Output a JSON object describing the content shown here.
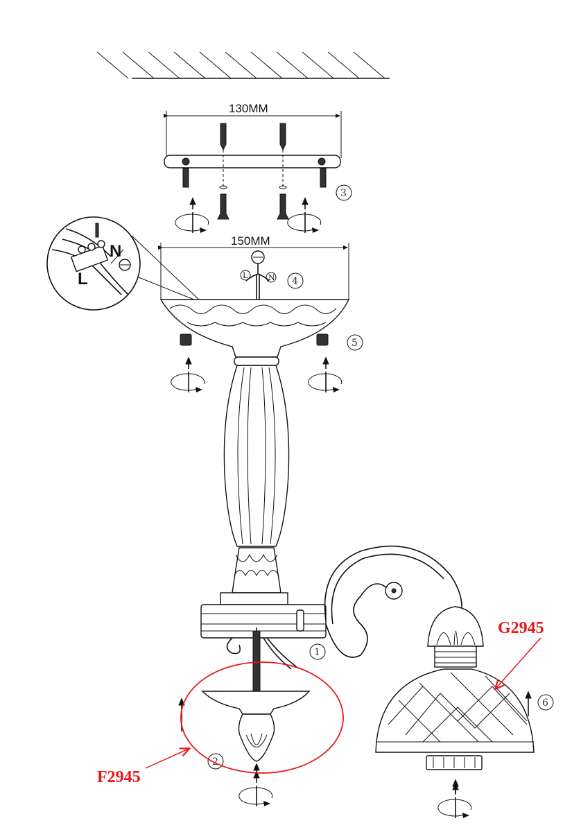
{
  "dimensions": {
    "plate_width": "130MM",
    "canopy_width": "150MM"
  },
  "steps": {
    "arm": "1",
    "bottom_cup": "2",
    "mounting_plate": "3",
    "wiring": "4",
    "canopy_nuts": "5",
    "shade": "6"
  },
  "inset": {
    "neutral": "N",
    "live": "L"
  },
  "wiring_labels": {
    "live": "L",
    "neutral": "N"
  },
  "part_codes": {
    "shade": "G2945",
    "bottom": "F2945"
  },
  "colors": {
    "highlight": "#e8161b",
    "line": "#111111"
  }
}
